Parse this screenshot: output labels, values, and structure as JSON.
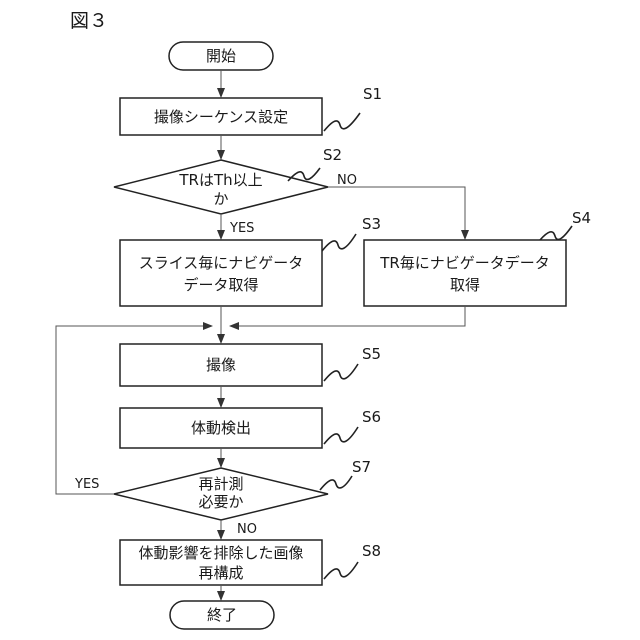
{
  "figure_label": "図３",
  "nodes": {
    "start": "開始",
    "s1": "撮像シーケンス設定",
    "s2_line1": "TRはTh以上",
    "s2_line2": "か",
    "s3_line1": "スライス毎にナビゲータ",
    "s3_line2": "データ取得",
    "s4_line1": "TR毎にナビゲータデータ",
    "s4_line2": "取得",
    "s5": "撮像",
    "s6": "体動検出",
    "s7_line1": "再計測",
    "s7_line2": "必要か",
    "s8_line1": "体動影響を排除した画像",
    "s8_line2": "再構成",
    "end": "終了"
  },
  "steps": {
    "s1": "S1",
    "s2": "S2",
    "s3": "S3",
    "s4": "S4",
    "s5": "S5",
    "s6": "S6",
    "s7": "S7",
    "s8": "S8"
  },
  "branches": {
    "s2_yes": "YES",
    "s2_no": "NO",
    "s7_yes": "YES",
    "s7_no": "NO"
  }
}
